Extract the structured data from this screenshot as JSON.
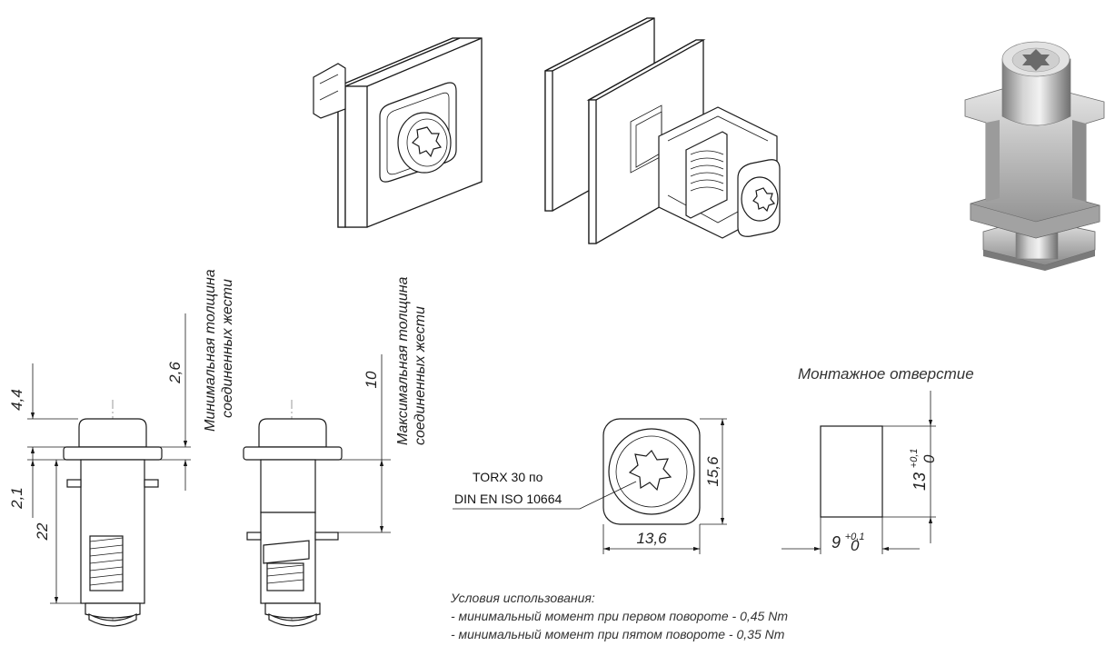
{
  "mounting_hole": {
    "title": "Монтажное отверстие",
    "width": "9",
    "width_tol_top": "+0,1",
    "width_tol_bottom": "0",
    "height": "13",
    "height_tol_top": "+0,1",
    "height_tol_bottom": "0"
  },
  "head_view": {
    "width": "13,6",
    "height": "15,6",
    "drive_line1": "TORX 30 по",
    "drive_line2": "DIN EN ISO 10664"
  },
  "side_view_min": {
    "dim_head": "4,4",
    "dim_flange": "2,1",
    "dim_length": "22",
    "dim_thickness": "2,6",
    "label_line1": "Минимальная толщина",
    "label_line2": "соединенных жести"
  },
  "side_view_max": {
    "dim_thickness": "10",
    "label_line1": "Максимальная толщина",
    "label_line2": "соединенных жести"
  },
  "usage": {
    "title": "Условия использования:",
    "lines": [
      "- минимальный момент при первом повороте - 0,45 Nm",
      "- минимальный момент при пятом повороте - 0,35 Nm"
    ]
  }
}
